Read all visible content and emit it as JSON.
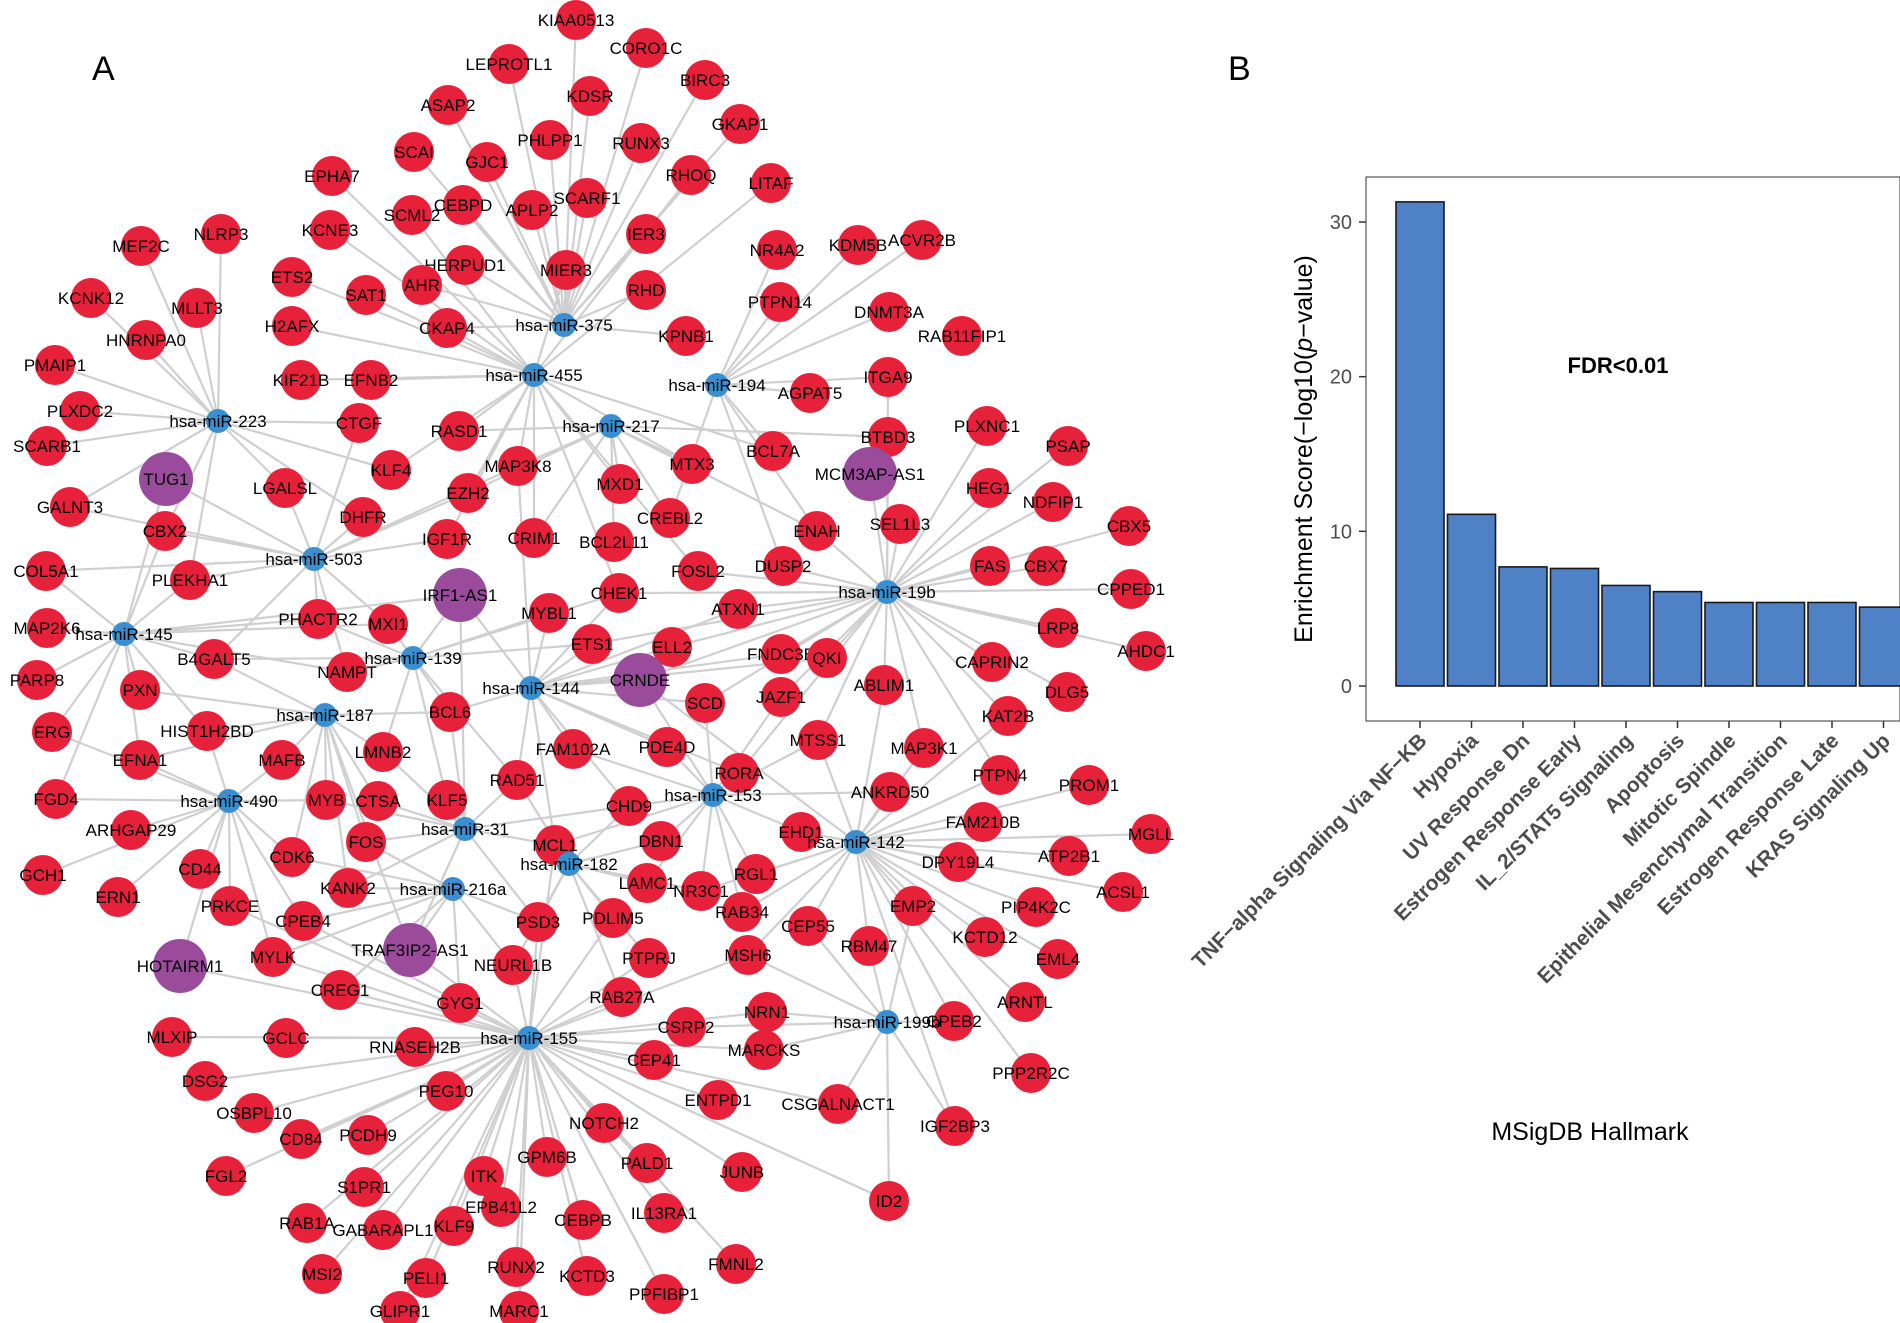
{
  "panels": {
    "a": "A",
    "b": "B"
  },
  "colors": {
    "gene": "#e8213a",
    "mirna": "#3a8fd0",
    "lncrna": "#9b4b9c",
    "edge": "#cfcfcf",
    "bar": "#4f81c7"
  },
  "network": {
    "lncrnas": [
      "TUG1",
      "MCM3AP-AS1",
      "IRF1-AS1",
      "CRNDE",
      "HOTAIRM1",
      "TRAF3IP2-AS1"
    ],
    "mirnas": [
      "hsa-miR-375",
      "hsa-miR-455",
      "hsa-miR-194",
      "hsa-miR-223",
      "hsa-miR-217",
      "hsa-miR-503",
      "hsa-miR-19b",
      "hsa-miR-145",
      "hsa-miR-139",
      "hsa-miR-144",
      "hsa-miR-187",
      "hsa-miR-490",
      "hsa-miR-153",
      "hsa-miR-31",
      "hsa-miR-142",
      "hsa-miR-182",
      "hsa-miR-216a",
      "hsa-miR-199b",
      "hsa-miR-155"
    ],
    "genes": [
      "KIAA0513",
      "CORO1C",
      "LEPROTL1",
      "BIRC3",
      "KDSR",
      "ASAP2",
      "GKAP1",
      "PHLPP1",
      "RUNX3",
      "SCAI",
      "GJC1",
      "RHOQ",
      "EPHA7",
      "SCARF1",
      "LITAF",
      "CEBPD",
      "APLP2",
      "SCML2",
      "KCNE3",
      "IER3",
      "MEF2C",
      "NLRP3",
      "NR4A2",
      "KDM5B",
      "ACVR2B",
      "HERPUD1",
      "MIER3",
      "ETS2",
      "AHR",
      "RHD",
      "SAT1",
      "KCNK12",
      "MLLT3",
      "PTPN14",
      "DNMT3A",
      "H2AFX",
      "CKAP4",
      "HNRNPA0",
      "KPNB1",
      "RAB11FIP1",
      "PMAIP1",
      "KIF21B",
      "EFNB2",
      "AGPAT5",
      "ITGA9",
      "PLXDC2",
      "CTGF",
      "RASD1",
      "BTBD3",
      "PLXNC1",
      "SCARB1",
      "PSAP",
      "BCL7A",
      "MAP3K8",
      "MTX3",
      "KLF4",
      "GALNT3",
      "LGALSL",
      "HEG1",
      "MXD1",
      "NDFIP1",
      "EZH2",
      "CBX2",
      "SEL1L3",
      "CBX5",
      "DHFR",
      "IGF1R",
      "CREBL2",
      "COL5A1",
      "CRIM1",
      "ENAH",
      "BCL2L11",
      "PLEKHA1",
      "FAS",
      "CBX7",
      "DUSP2",
      "FOSL2",
      "CPPED1",
      "CHEK1",
      "MAP2K6",
      "ATXN1",
      "MYBL1",
      "PHACTR2",
      "MXI1",
      "LRP8",
      "AHDC1",
      "ETS1",
      "ELL2",
      "FNDC3B",
      "B4GALT5",
      "CAPRIN2",
      "PARP8",
      "NAMPT",
      "QKI",
      "ABLIM1",
      "DLG5",
      "PXN",
      "JAZF1",
      "SCD",
      "BCL6",
      "ERG",
      "KAT2B",
      "HIST1H2BD",
      "FAM102A",
      "PDE4D",
      "MTSS1",
      "MAP3K1",
      "EFNA1",
      "MAFB",
      "LMNB2",
      "RORA",
      "PTPN4",
      "PROM1",
      "RAD51",
      "ANKRD50",
      "KLF5",
      "FGD4",
      "CHD9",
      "MYB",
      "CTSA",
      "EHD1",
      "FAM210B",
      "ARHGAP29",
      "MCL1",
      "MGLL",
      "FOS",
      "DBN1",
      "CDK6",
      "RGL1",
      "GCH1",
      "CD44",
      "ERN1",
      "DPY19L4",
      "ATP2B1",
      "NR3C1",
      "LAMC1",
      "KANK2",
      "PRKCE",
      "ACSL1",
      "RAB34",
      "PIP4K2C",
      "EMP2",
      "KCTD12",
      "PSD3",
      "PDLIM5",
      "CEP55",
      "CPEB4",
      "MSH6",
      "RBM47",
      "MYLK",
      "EML4",
      "NEURL1B",
      "PTPRJ",
      "CREG1",
      "RAB27A",
      "NRN1",
      "ARNTL",
      "CPEB2",
      "GYG1",
      "CSRP2",
      "MLXIP",
      "GCLC",
      "RNASEH2B",
      "MARCKS",
      "CEP41",
      "DSG2",
      "PEG10",
      "PPP2R2C",
      "ENTPD1",
      "CSGALNACT1",
      "OSBPL10",
      "NOTCH2",
      "IGF2BP3",
      "CD84",
      "PCDH9",
      "GPM6B",
      "PALD1",
      "FGL2",
      "JUNB",
      "S1PR1",
      "ITK",
      "ID2",
      "RAB1A",
      "GABARAPL1",
      "KLF9",
      "EPB41L2",
      "IL13RA1",
      "CEBPB",
      "FMNL2",
      "MSI2",
      "PELI1",
      "RUNX2",
      "KCTD3",
      "PPFIBP1",
      "GLIPR1",
      "MARC1"
    ]
  },
  "chart_data": {
    "type": "bar",
    "title": "",
    "xlabel": "MSigDB Hallmark",
    "ylabel_prefix": "Enrichment Score(−log10(",
    "ylabel_italic": "p",
    "ylabel_suffix": "−value)",
    "annotation": "FDR<0.01",
    "categories": [
      "TNF−alpha Signaling Via NF−KB",
      "Hypoxia",
      "UV Response Dn",
      "Estrogen Response Early",
      "IL_2/STAT5 Signaling",
      "Apoptosis",
      "Mitotic Spindle",
      "Epithelial Mesenchymal Transition",
      "Estrogen Response Late",
      "KRAS Signaling Up"
    ],
    "values": [
      31.3,
      11.1,
      7.7,
      7.6,
      6.5,
      6.1,
      5.4,
      5.4,
      5.4,
      5.1
    ],
    "ylim": [
      0,
      32.5
    ],
    "yticks": [
      0,
      10,
      20,
      30
    ],
    "grid": false
  }
}
